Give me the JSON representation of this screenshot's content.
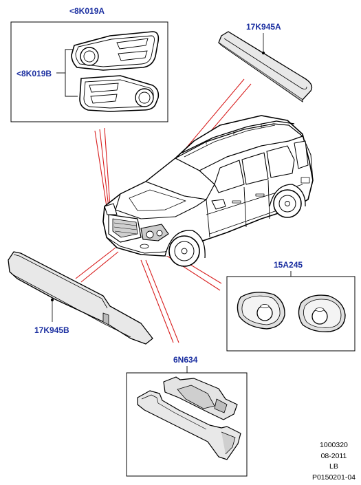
{
  "callouts": {
    "fog_lamp_bezel_set": "<8K019A",
    "fog_lamp_bezel_single": "<8K019B",
    "roof_spoiler_upper": "17K945A",
    "front_spoiler": "17K945B",
    "fog_lamp_bezel_round": "15A245",
    "underbody_shield": "6N634"
  },
  "doc_info": {
    "number": "1000320",
    "date": "08-2011",
    "code": "LB",
    "reference": "P0150201-04"
  },
  "colors": {
    "label": "#1a2ea0",
    "leader_line": "#d81e1e",
    "outline": "#000000"
  }
}
